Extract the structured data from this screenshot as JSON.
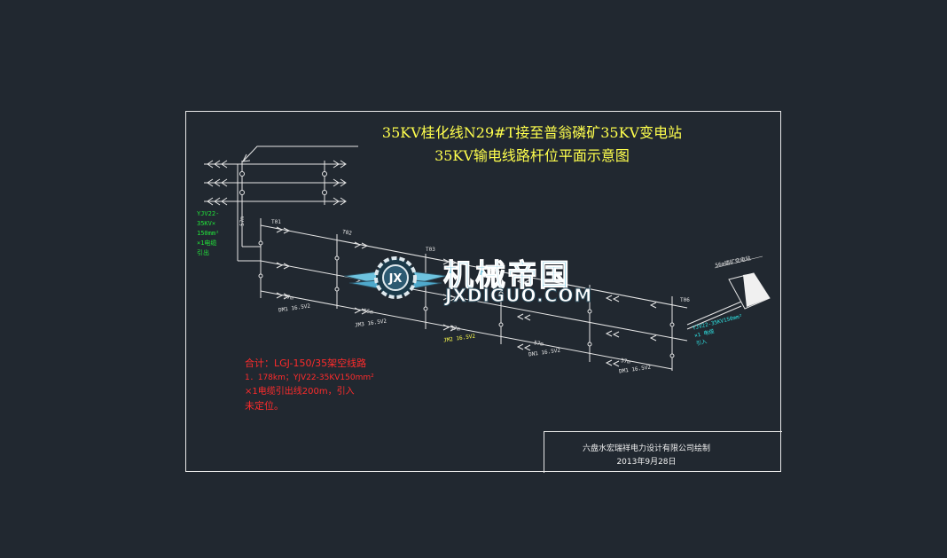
{
  "title": {
    "line1": "35KV桂化线N29#T接至普翁磷矿35KV变电站",
    "line2": "35KV输电线路杆位平面示意图"
  },
  "cable_left": {
    "lines": [
      "YJV22-",
      "35KV×",
      "150mm²",
      "×1电缆",
      "引出"
    ]
  },
  "cable_right": {
    "lines": [
      "YJV22-35KV150mm²",
      "×1 电缆",
      "引入"
    ]
  },
  "substation_label": "56m磷矿变电站",
  "distance_label": "57m",
  "poles": {
    "T1": "T01",
    "T2": "T02",
    "T3": "T03",
    "T4": "T06"
  },
  "spans": [
    {
      "id": "dm1",
      "label": "DM1",
      "value": "16.5V2"
    },
    {
      "id": "jm3",
      "label": "JM3",
      "value": "16.5V2"
    },
    {
      "id": "jm2",
      "label": "JM2",
      "value": "16.5V2"
    },
    {
      "id": "dn1",
      "label": "DN1",
      "value": "16.5V2"
    },
    {
      "id": "dm1b",
      "label": "DM1",
      "value": "16.5V2"
    }
  ],
  "span_lengths": [
    "57m",
    "55m",
    "57m",
    "57m",
    "57m"
  ],
  "summary": {
    "lines": [
      "合计：LGJ-150/35架空线路",
      "1．178km；YJV22-35KV150mm²",
      "×1电缆引出线200m，引入",
      "未定位。"
    ]
  },
  "title_block": {
    "company": "六盘水宏瑞祥电力设计有限公司绘制",
    "date": "2013年9月28日"
  },
  "watermark": {
    "cn": "机械帝国",
    "en": "JXDIGUO.COM"
  },
  "colors": {
    "background": "#212830",
    "title": "#ffff4d",
    "green_text": "#22e33a",
    "cyan_text": "#2fe6e6",
    "summary": "#ff2b2b",
    "lines": "#e6e6e6"
  }
}
